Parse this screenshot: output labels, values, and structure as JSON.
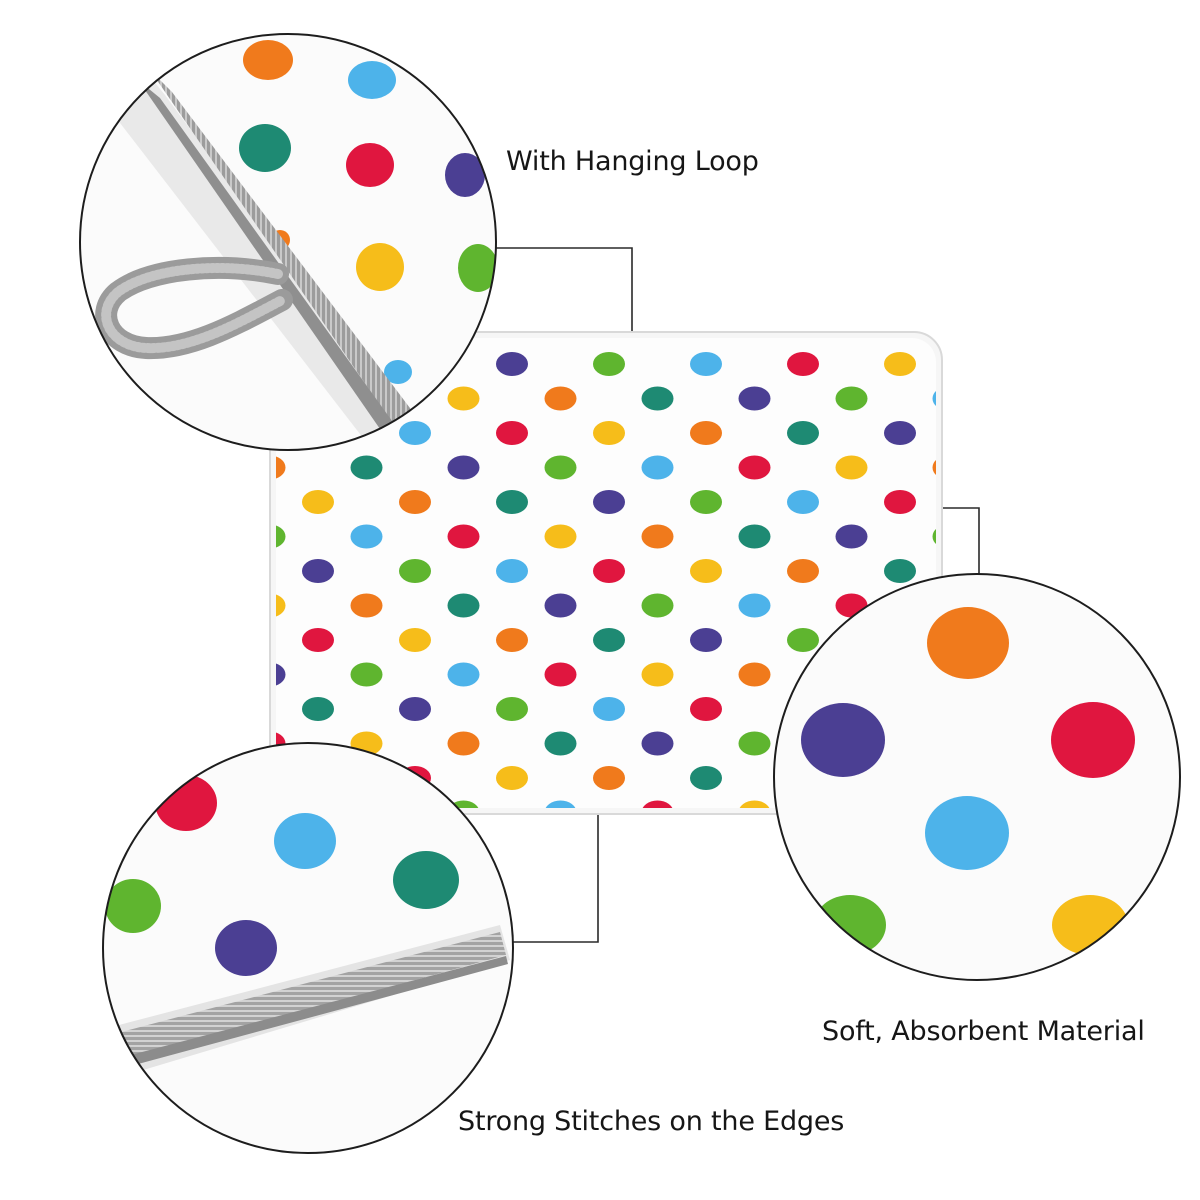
{
  "callouts": {
    "hanging_loop": "With Hanging Loop",
    "material": "Soft, Absorbent Material",
    "stitches": "Strong Stitches on the Edges"
  },
  "colors": {
    "background": "#ffffff",
    "mat_surface": "#fdfdfd",
    "mat_border": "#d9d9d9",
    "binding_gray": "#a7a7a7",
    "leader_line": "#2a2a2a",
    "text": "#161616"
  },
  "dot_palette": [
    "#f07a1c",
    "#4db3ea",
    "#1e8a73",
    "#e0163f",
    "#4b3f93",
    "#f6bd1a",
    "#5fb52f"
  ],
  "icons": {
    "hanging_loop": "gray-fabric-loop-icon",
    "zoom_lens": "circular-magnifier-icon"
  }
}
